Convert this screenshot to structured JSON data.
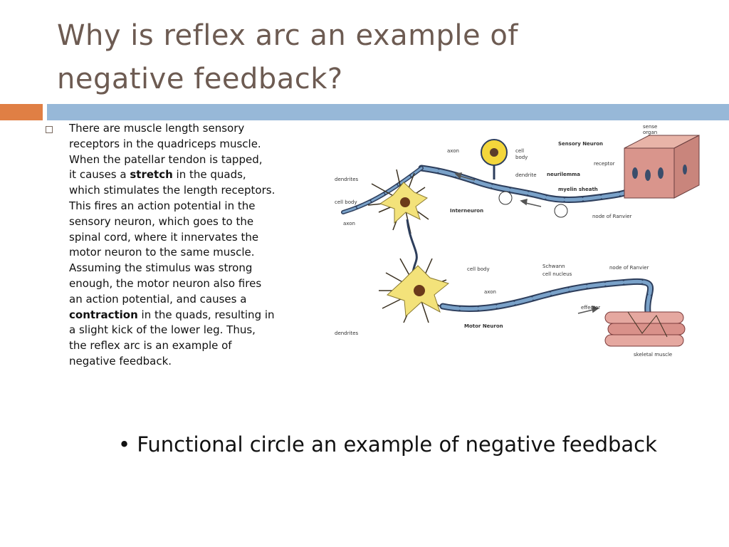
{
  "slide": {
    "title_line1": "Why is reflex arc an example of",
    "title_line2": "negative feedback?",
    "accent_colors": {
      "orange": "#e07f44",
      "blue": "#97b8d8",
      "title": "#6d5b52"
    }
  },
  "body": {
    "bullet_icon": "hollow-square-bullet",
    "lines": [
      "There are muscle length sensory",
      "receptors in the quadriceps muscle.",
      "When the patellar tendon is tapped,"
    ],
    "line4_before": "it causes a ",
    "line4_bold": "stretch",
    "line4_after": " in the quads,",
    "lines_mid": [
      "which stimulates the length receptors.",
      "This fires an action potential in the",
      "sensory neuron, which goes to the",
      "spinal cord, where it innervates the",
      "motor neuron to the same muscle.",
      "Assuming the stimulus was strong",
      "enough, the motor neuron also fires",
      "an action potential, and causes a"
    ],
    "line13_bold": "contraction",
    "line13_after": " in the quads, resulting in",
    "lines_end": [
      "a slight kick of the lower leg. Thus,",
      "the reflex arc is an example of",
      "negative feedback."
    ]
  },
  "diagram": {
    "labels": {
      "sense_organ_1": "sense",
      "sense_organ_2": "organ",
      "sensory_neuron": "Sensory Neuron",
      "axon_top": "axon",
      "cell_body_top_1": "cell",
      "cell_body_top_2": "body",
      "dendrite": "dendrite",
      "receptor": "receptor",
      "neurilemma": "neurilemma",
      "myelin_sheath": "myelin sheath",
      "node_ranvier_top": "node of Ranvier",
      "dendrites_left": "dendrites",
      "cell_body_left": "cell body",
      "axon_left": "axon",
      "interneuron": "Interneuron",
      "cell_body_motor": "cell body",
      "schwann_1": "Schwann",
      "schwann_2": "cell nucleus",
      "node_ranvier_bottom": "node of Ranvier",
      "axon_motor": "axon",
      "effector": "effector",
      "motor_neuron": "Motor Neuron",
      "dendrites_bottom": "dendrites",
      "skeletal_muscle": "skeletal muscle"
    }
  },
  "caption": {
    "bullet": "•",
    "text": "Functional circle an example of negative feedback"
  }
}
